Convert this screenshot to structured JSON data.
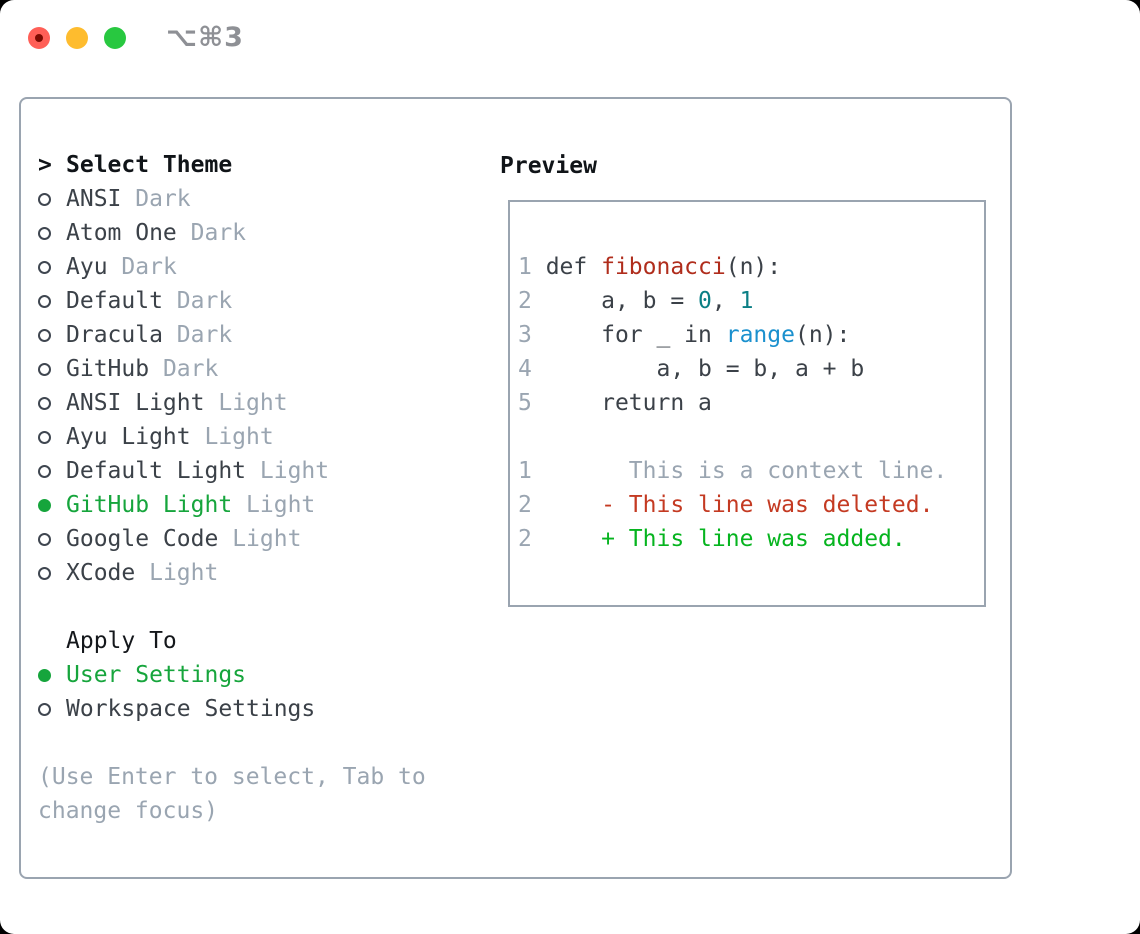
{
  "window": {
    "title": "⌥⌘3"
  },
  "colors": {
    "border": "#9aa4b0",
    "heading": "#101418",
    "fg": "#3b4148",
    "muted": "#9aa5b1",
    "green": "#16a53c",
    "add": "#06b41f",
    "del": "#c43a22",
    "func": "#b02d1c",
    "teal": "#0b7f85",
    "blue": "#1a90ce",
    "title": "#8e9095",
    "tl-red": "#ff5f57",
    "tl-red-dot": "#7c0b02",
    "tl-yellow": "#febc2e",
    "tl-green": "#28c840"
  },
  "theme_menu": {
    "header_marker": ">",
    "header": "Select Theme",
    "items": [
      {
        "name": "ANSI",
        "variant": "Dark",
        "selected": false
      },
      {
        "name": "Atom One",
        "variant": "Dark",
        "selected": false
      },
      {
        "name": "Ayu",
        "variant": "Dark",
        "selected": false
      },
      {
        "name": "Default",
        "variant": "Dark",
        "selected": false
      },
      {
        "name": "Dracula",
        "variant": "Dark",
        "selected": false
      },
      {
        "name": "GitHub",
        "variant": "Dark",
        "selected": false
      },
      {
        "name": "ANSI Light",
        "variant": "Light",
        "selected": false
      },
      {
        "name": "Ayu Light",
        "variant": "Light",
        "selected": false
      },
      {
        "name": "Default Light",
        "variant": "Light",
        "selected": false
      },
      {
        "name": "GitHub Light",
        "variant": "Light",
        "selected": true
      },
      {
        "name": "Google Code",
        "variant": "Light",
        "selected": false
      },
      {
        "name": "XCode",
        "variant": "Light",
        "selected": false
      }
    ]
  },
  "apply_to": {
    "header": "Apply To",
    "options": [
      {
        "label": "User Settings",
        "selected": true
      },
      {
        "label": "Workspace Settings",
        "selected": false
      }
    ]
  },
  "hint": {
    "lines": [
      "(Use Enter to select, Tab to",
      "change focus)"
    ]
  },
  "preview": {
    "header": "Preview",
    "code_lines": [
      {
        "segments": [
          {
            "t": "1 ",
            "c": "num"
          },
          {
            "t": "def ",
            "c": "fg"
          },
          {
            "t": "fibonacci",
            "c": "func"
          },
          {
            "t": "(n):",
            "c": "fg"
          }
        ]
      },
      {
        "segments": [
          {
            "t": "2 ",
            "c": "num"
          },
          {
            "t": "    a, b = ",
            "c": "fg"
          },
          {
            "t": "0",
            "c": "numlit"
          },
          {
            "t": ", ",
            "c": "fg"
          },
          {
            "t": "1",
            "c": "numlit"
          }
        ]
      },
      {
        "segments": [
          {
            "t": "3 ",
            "c": "num"
          },
          {
            "t": "    for _ in ",
            "c": "fg"
          },
          {
            "t": "range",
            "c": "builtin"
          },
          {
            "t": "(n):",
            "c": "fg"
          }
        ]
      },
      {
        "segments": [
          {
            "t": "4 ",
            "c": "num"
          },
          {
            "t": "        a, b = b, a + b",
            "c": "fg"
          }
        ]
      },
      {
        "segments": [
          {
            "t": "5 ",
            "c": "num"
          },
          {
            "t": "    return a",
            "c": "fg"
          }
        ]
      },
      {
        "segments": []
      },
      {
        "segments": [
          {
            "t": "1",
            "c": "num"
          },
          {
            "t": "       This is a context line.",
            "c": "muted"
          }
        ]
      },
      {
        "segments": [
          {
            "t": "2",
            "c": "num"
          },
          {
            "t": "     - This line was deleted.",
            "c": "del"
          }
        ]
      },
      {
        "segments": [
          {
            "t": "2",
            "c": "num"
          },
          {
            "t": "     + This line was added.",
            "c": "add"
          }
        ]
      }
    ]
  }
}
